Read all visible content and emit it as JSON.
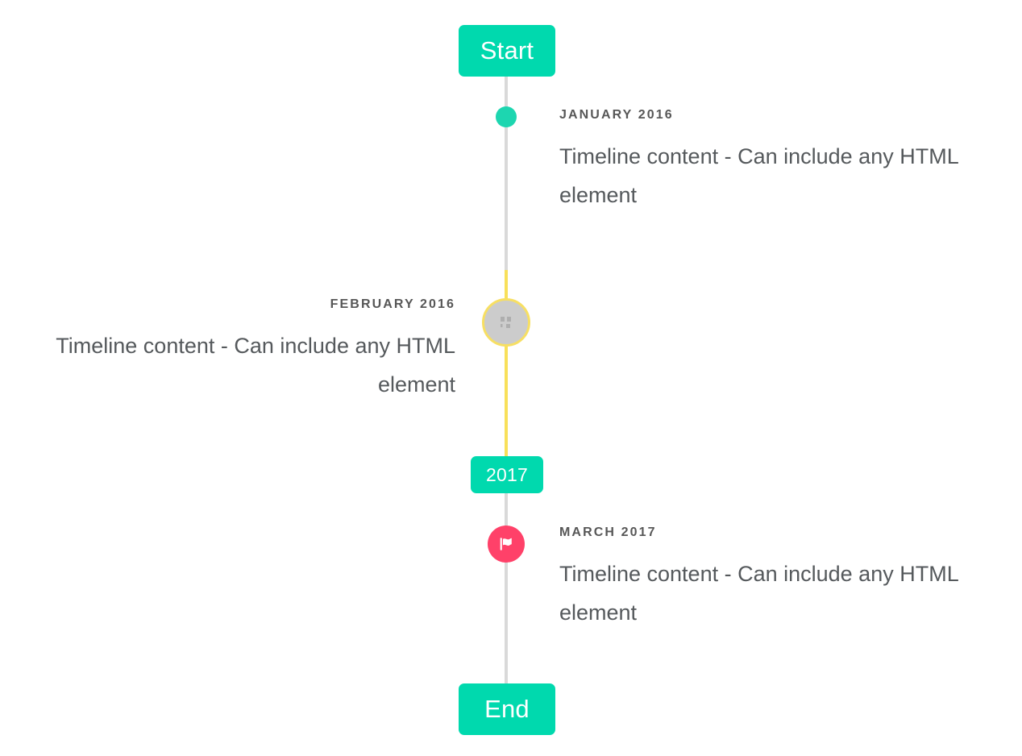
{
  "timeline": {
    "start_label": "Start",
    "end_label": "End",
    "year_divider_label": "2017",
    "colors": {
      "accent_teal": "#00d9ae",
      "marker_dot_teal": "#1dd6b0",
      "accent_yellow": "#f7df63",
      "flag_pink": "#ff4169",
      "rail_gray": "#d9d9d9",
      "marker_gray": "#cccccc",
      "text": "#55595c",
      "background": "#ffffff"
    },
    "entries": [
      {
        "date": "JANUARY 2016",
        "body": "Timeline content - Can include any HTML element",
        "side": "right",
        "marker": "dot-icon"
      },
      {
        "date": "FEBRUARY 2016",
        "body": "Timeline content - Can include any HTML element",
        "side": "left",
        "marker": "broken-image-icon"
      },
      {
        "date": "MARCH 2017",
        "body": "Timeline content - Can include any HTML element",
        "side": "right",
        "marker": "flag-icon"
      }
    ]
  }
}
